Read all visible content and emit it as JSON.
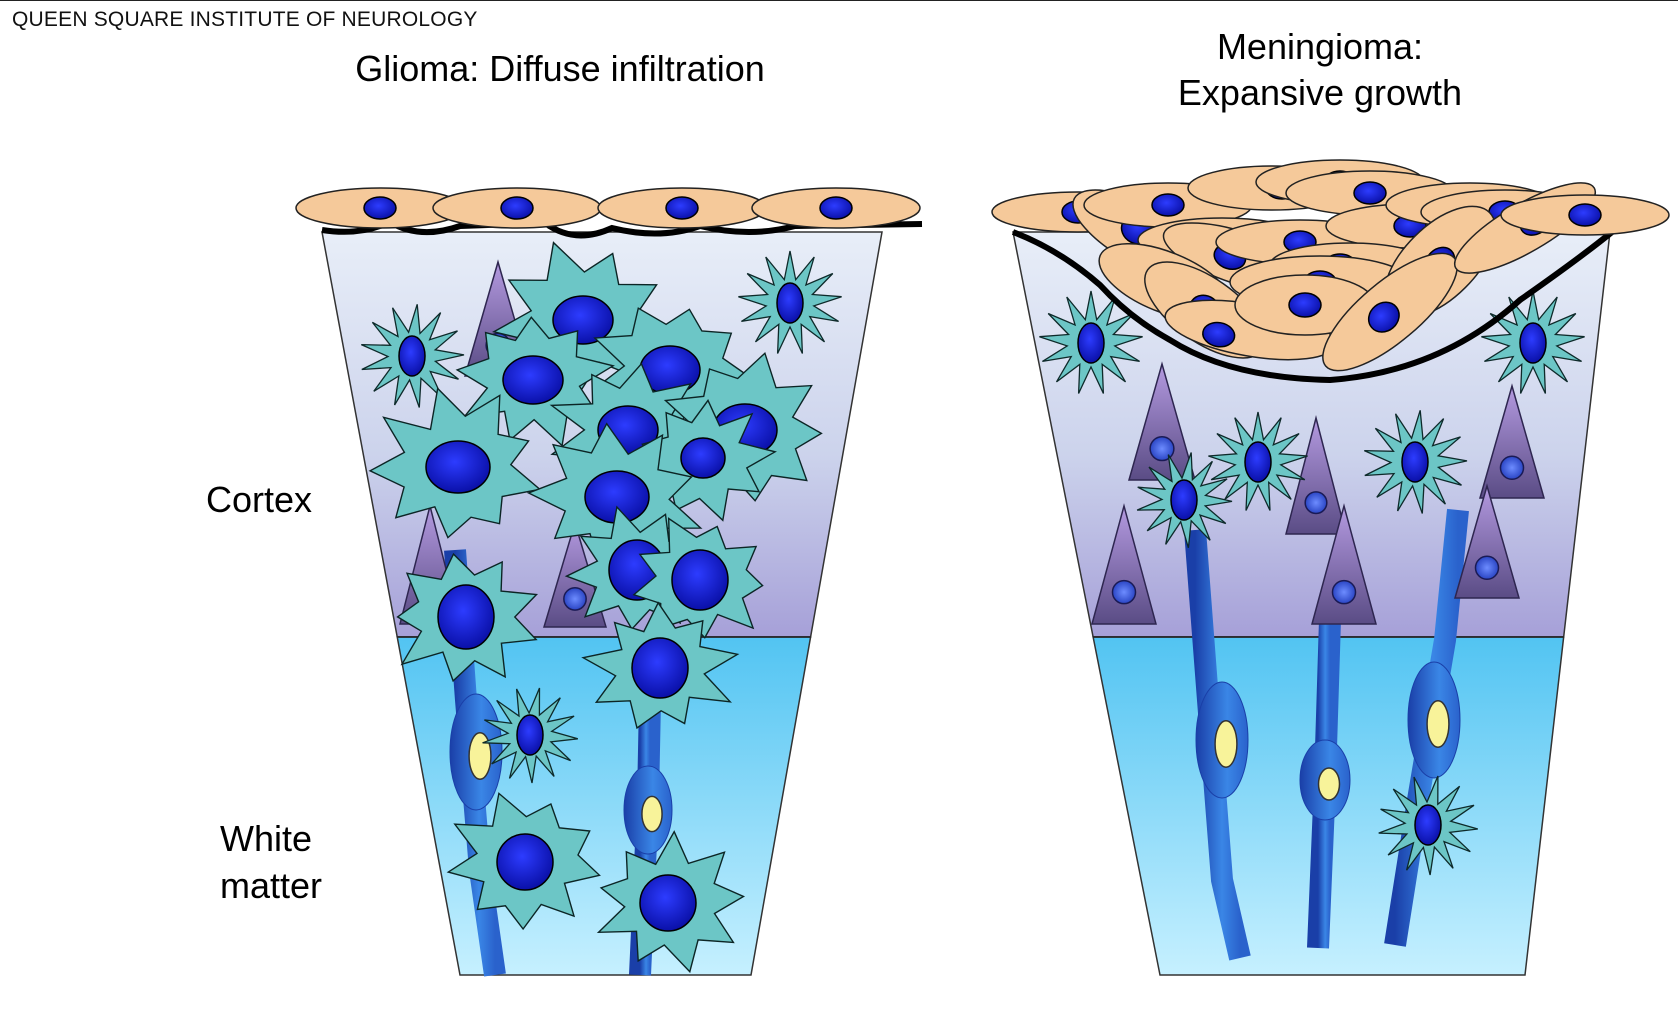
{
  "header": {
    "institution": "QUEEN SQUARE INSTITUTE OF NEUROLOGY"
  },
  "panels": {
    "glioma": {
      "title": "Glioma: Diffuse infiltration"
    },
    "meningioma": {
      "title_line1": "Meningioma:",
      "title_line2": "Expansive growth"
    }
  },
  "layers": {
    "cortex": "Cortex",
    "white_matter_line1": "White",
    "white_matter_line2": "matter"
  },
  "colors": {
    "meningeal_cell": "#f5c99a",
    "nucleus": "#0a17d6",
    "tumor_cell": "#6cc6c6",
    "neuron": "#9b7fc8",
    "axon": "#2f6fd6",
    "axon_nucleus": "#f8f39a",
    "cortex_top": "#e6ecf6",
    "cortex_bottom": "#a9a2d8",
    "white_matter_top": "#55c6f2",
    "white_matter_bottom": "#c4efff"
  }
}
